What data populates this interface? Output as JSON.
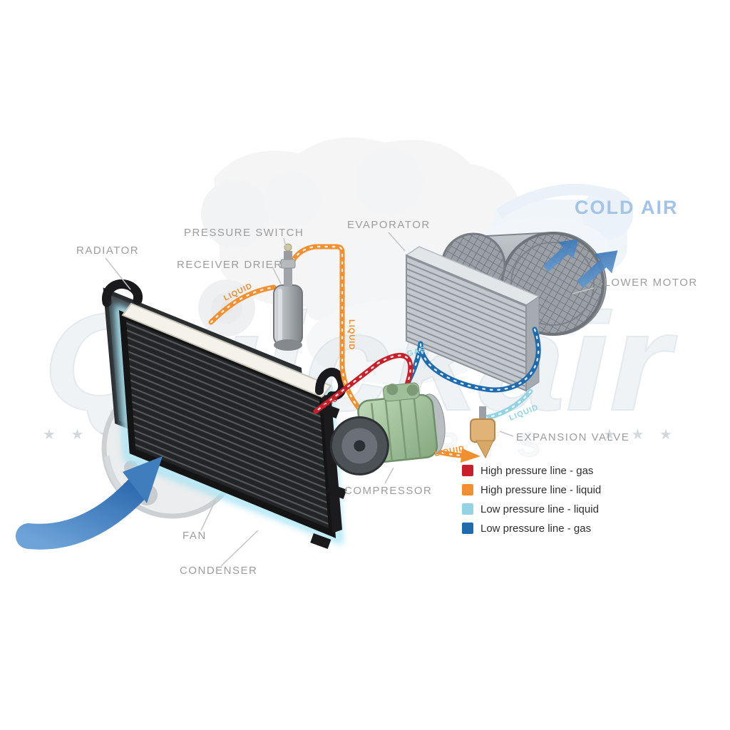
{
  "brand_watermark": {
    "name": "Quickair",
    "subtitle": "AUTO PARTS",
    "stars_left": "★ ★ ★ ★",
    "stars_right": "★ ★ ★"
  },
  "component_labels": {
    "radiator": "RADIATOR",
    "pressure_switch": "PRESSURE SWITCH",
    "receiver_drier": "RECEIVER DRIER",
    "evaporator": "EVAPORATOR",
    "cold_air": "COLD AIR",
    "blower_motor": "BLOWER MOTOR",
    "expansion_valve": "EXPANSION VALVE",
    "compressor": "COMPRESSOR",
    "fan": "FAN",
    "condenser": "CONDENSER",
    "air_flow": "AIR"
  },
  "pipe_labels": {
    "liquid_condenser_to_drier": "LIQUID",
    "liquid_drier_down": "LIQUID",
    "gas_suction": "GAS",
    "gas_discharge": "GAS",
    "liquid_to_evaporator": "LIQUID",
    "liquid_to_expansion_valve": "LIQUID"
  },
  "legend": {
    "items": [
      {
        "label": "High pressure line - gas",
        "color": "#c8202a"
      },
      {
        "label": "High pressure line - liquid",
        "color": "#f2902f"
      },
      {
        "label": "Low pressure line - liquid",
        "color": "#92d4e4"
      },
      {
        "label": "Low pressure line -  gas",
        "color": "#1e6cad"
      }
    ]
  },
  "colors": {
    "high_pressure_gas": "#c8202a",
    "high_pressure_liquid": "#f2902f",
    "low_pressure_liquid": "#92d4e4",
    "low_pressure_gas": "#1e6cad",
    "cold_air_text": "#a3c4e6",
    "glow_cyan": "#7fd8ef",
    "label_gray": "#9d9d9d"
  }
}
